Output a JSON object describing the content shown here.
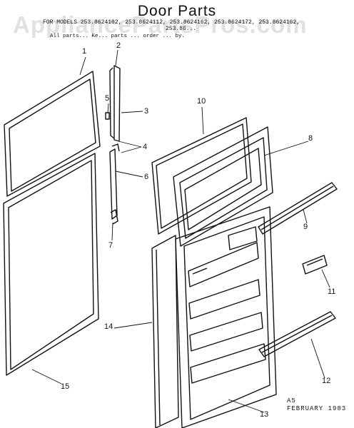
{
  "header": {
    "title": "Door Parts",
    "models_line": "FOR MODELS 253.8624102, 253.8624112, 253.8624162, 253.8624172, 253.8624162,",
    "models_line2": "253.86...",
    "note": "All parts... Ke... parts ... order ... by."
  },
  "watermark": "AppliancePartsPros.com",
  "callouts": {
    "c1": "1",
    "c2": "2",
    "c3": "3",
    "c4": "4",
    "c5": "5",
    "c6": "6",
    "c7": "7",
    "c8": "8",
    "c9": "9",
    "c10": "10",
    "c11": "11",
    "c12": "12",
    "c13": "13",
    "c14": "14",
    "c15": "15"
  },
  "stamp": {
    "line1": "A5",
    "line2": "FEBRUARY 1983"
  }
}
